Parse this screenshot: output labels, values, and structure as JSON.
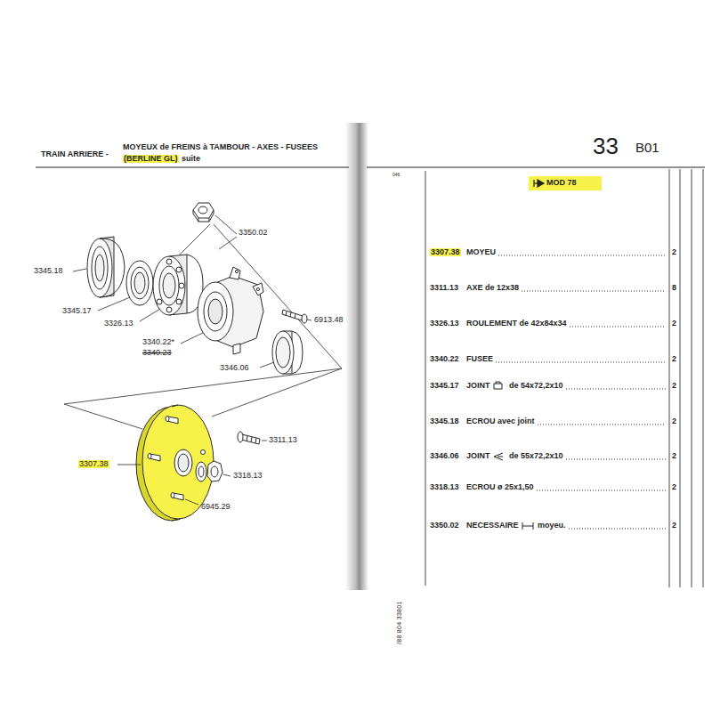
{
  "diagram": {
    "title": "TRAIN ARRIERE -",
    "labels": [
      "MOYEUX de FREINS à TAMBOUR - AXES - FUSEES",
      "(BERLINE GL)",
      "suite",
      "33",
      "B01",
      "046",
      "MOD 78",
      "/88 804 33801",
      "3350.02",
      "3345.18",
      "3345.17",
      "3326.13",
      "3340.22*",
      "3340.23",
      "6913.48",
      "3346.06",
      "3307.38",
      "3311.13",
      "3318.13",
      "6945.29",
      "3307.38",
      "MOYEU",
      "2",
      "3311.13",
      "AXE de 12x38",
      "8",
      "3326.13",
      "ROULEMENT de 42x84x34",
      "2",
      "3340.22",
      "FUSEE",
      "2",
      "3345.17",
      "JOINT",
      "de 54x72,2x10",
      "2",
      "3345.18",
      "ECROU avec joint",
      "2",
      "3346.06",
      "JOINT",
      "de 55x72,2x10",
      "2",
      "3318.13",
      "ECROU ø 25x1,50",
      "2",
      "3350.02",
      "NECESSAIRE",
      "moyeu.",
      "2"
    ]
  }
}
